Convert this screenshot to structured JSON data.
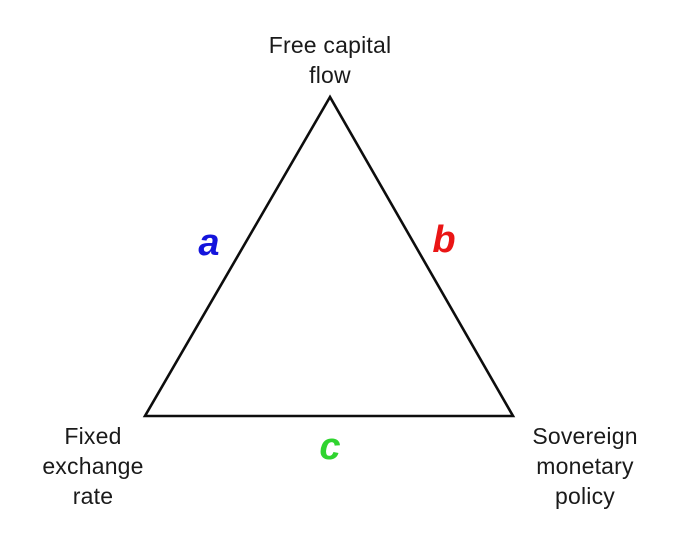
{
  "diagram": {
    "vertices": {
      "top": {
        "label": "Free capital\nflow"
      },
      "bottom_left": {
        "label": "Fixed\nexchange\nrate"
      },
      "bottom_right": {
        "label": "Sovereign\nmonetary\npolicy"
      }
    },
    "edges": {
      "left": {
        "label": "a",
        "color": "#1414dc"
      },
      "right": {
        "label": "b",
        "color": "#ea1515"
      },
      "bottom": {
        "label": "c",
        "color": "#2fd42f"
      }
    },
    "colors": {
      "line": "#0d0d0d",
      "text": "#1a1a1a",
      "background": "#ffffff"
    }
  }
}
